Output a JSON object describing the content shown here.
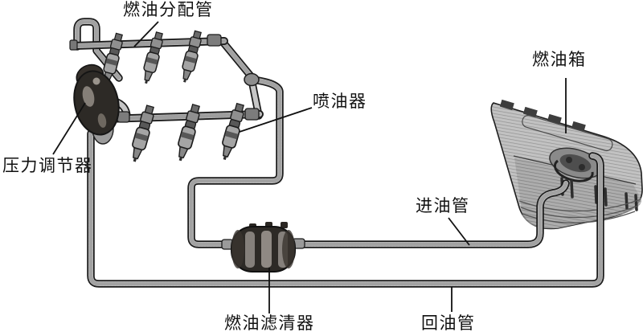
{
  "diagram": {
    "subject": "fuel-supply-system",
    "labels": {
      "fuel_rail": "燃油分配管",
      "injector": "喷油器",
      "pressure_regulator": "压力调节器",
      "fuel_tank": "燃油箱",
      "inlet_pipe": "进油管",
      "fuel_filter": "燃油滤清器",
      "return_pipe": "回油管"
    },
    "colors": {
      "line": "#1c1c1c",
      "pipe_fill": "#c6c6c6",
      "pipe_tex": "#7d7d7d",
      "component_dark": "#2d2a26",
      "tank_gray": "#bdbdbd",
      "label_text": "#111111"
    }
  }
}
